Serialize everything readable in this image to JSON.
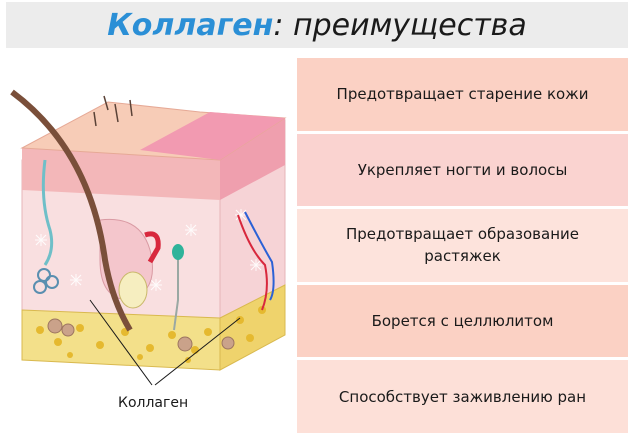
{
  "title": {
    "accent": "Коллаген",
    "rest": ": преимущества"
  },
  "benefits": [
    "Предотвращает старение кожи",
    "Укрепляет ногти и волосы",
    "Предотвращает образование растяжек",
    "Борется с целлюлитом",
    "Способствует заживлению ран"
  ],
  "illustration": {
    "label": "Коллаген"
  },
  "colors": {
    "accent": "#2b8fd6",
    "row_peach": "#fbd1c4",
    "row_pink": "#fad3d0",
    "row_light": "#fde3dc",
    "fat_layer": "#f3e08a"
  }
}
